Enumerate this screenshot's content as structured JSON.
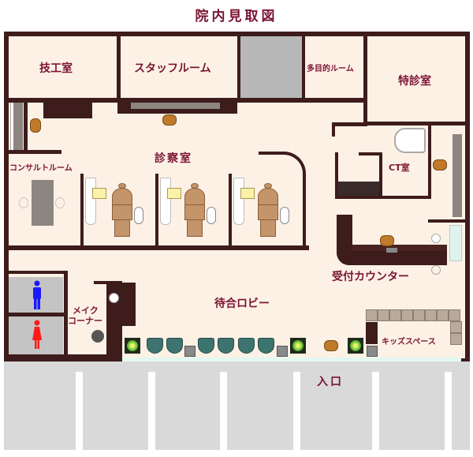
{
  "title": "院内見取図",
  "rooms": {
    "lab": "技工室",
    "staff_room": "スタッフルーム",
    "multipurpose_room": "多目的ルーム",
    "special_exam_room": "特診室",
    "consult_room": "コンサルトルーム",
    "exam_room": "診察室",
    "ct_room": "CT室",
    "reception": "受付カウンター",
    "makeup_corner_line1": "メイク",
    "makeup_corner_line2": "コーナー",
    "waiting_lobby": "待合ロビー",
    "kids_space": "キッズスペース",
    "entrance": "入口"
  },
  "restrooms": [
    {
      "type": "male",
      "color": "#1a1aff"
    },
    {
      "type": "female",
      "color": "#ff1a1a"
    }
  ],
  "colors": {
    "wall": "#3e1c1c",
    "floor": "#fdf1e6",
    "label": "#7a1432",
    "parking": "#d9d9d9",
    "storage_gray": "#b8b8b8",
    "lobby_chair": "#3d7470"
  },
  "dental_units": 3,
  "lobby_chairs": 6,
  "parking_stripes": 6
}
